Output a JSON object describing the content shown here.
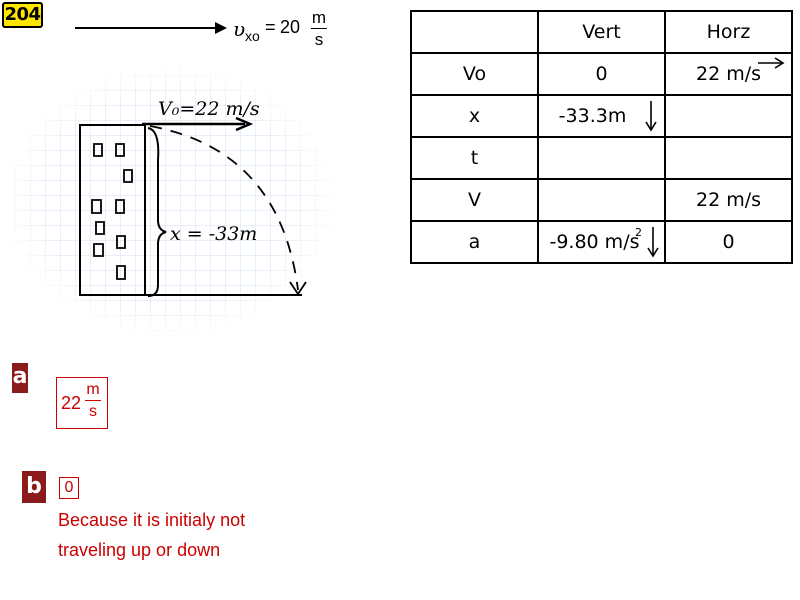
{
  "slide_number": "204",
  "given": {
    "symbol": "υ",
    "subscript": "xo",
    "equals": "=",
    "value": "20",
    "unit_num": "m",
    "unit_den": "s"
  },
  "sketch": {
    "velocity_label": "V₀=22 m/s",
    "height_label": "x = -33m"
  },
  "table": {
    "headers": [
      "",
      "Vert",
      "Horz"
    ],
    "rows": [
      {
        "label": "Vo",
        "vert": "0",
        "horz": "22 m/s"
      },
      {
        "label": "x",
        "vert": "-33.3m",
        "horz": ""
      },
      {
        "label": "t",
        "vert": "",
        "horz": ""
      },
      {
        "label": "V",
        "vert": "",
        "horz": "22 m/s"
      },
      {
        "label": "a",
        "vert": "-9.80 m/s",
        "vert_sup": "2",
        "horz": "0"
      }
    ]
  },
  "part_a": {
    "label": "a",
    "answer_value": "22",
    "answer_num": "m",
    "answer_den": "s"
  },
  "part_b": {
    "label": "b",
    "answer": "0",
    "explanation_line1": "Because it is initialy not",
    "explanation_line2": "traveling up or down"
  },
  "colors": {
    "badge": "#ffe600",
    "label_bg": "#8b1a1a",
    "answer_red": "#cc0000",
    "grid": "#cfe0f2"
  }
}
